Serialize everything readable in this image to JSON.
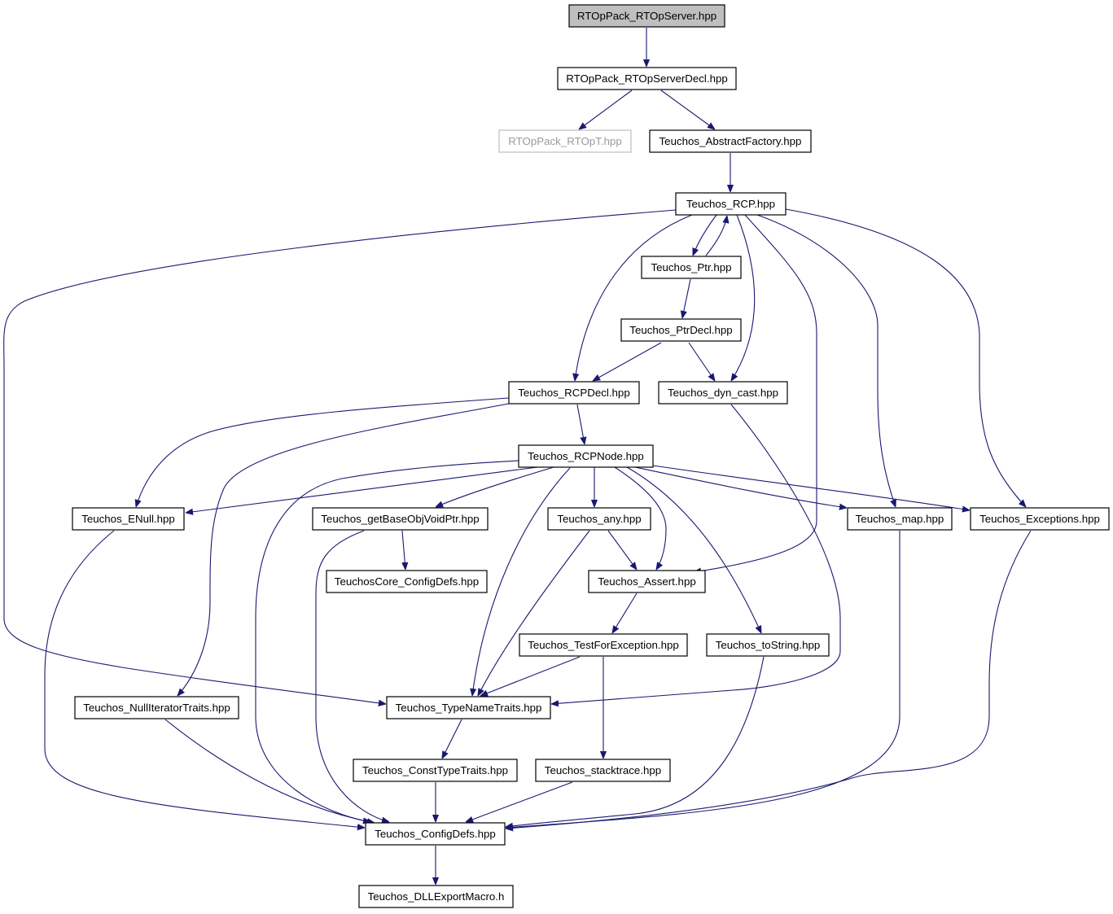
{
  "diagram": {
    "colors": {
      "edge": "#191970",
      "root_fill": "#bfbfbf",
      "node_fill": "#ffffff",
      "faded_stroke": "#bfbfbf",
      "faded_text": "#9a9a9a"
    },
    "nodes": [
      {
        "id": "rtop_server",
        "label": "RTOpPack_RTOpServer.hpp",
        "root": true
      },
      {
        "id": "rtop_server_decl",
        "label": "RTOpPack_RTOpServerDecl.hpp"
      },
      {
        "id": "rtop_t",
        "label": "RTOpPack_RTOpT.hpp",
        "faded": true
      },
      {
        "id": "abstract_factory",
        "label": "Teuchos_AbstractFactory.hpp"
      },
      {
        "id": "rcp",
        "label": "Teuchos_RCP.hpp"
      },
      {
        "id": "ptr",
        "label": "Teuchos_Ptr.hpp"
      },
      {
        "id": "ptr_decl",
        "label": "Teuchos_PtrDecl.hpp"
      },
      {
        "id": "rcp_decl",
        "label": "Teuchos_RCPDecl.hpp"
      },
      {
        "id": "dyn_cast",
        "label": "Teuchos_dyn_cast.hpp"
      },
      {
        "id": "rcp_node",
        "label": "Teuchos_RCPNode.hpp"
      },
      {
        "id": "enull",
        "label": "Teuchos_ENull.hpp"
      },
      {
        "id": "get_base",
        "label": "Teuchos_getBaseObjVoidPtr.hpp"
      },
      {
        "id": "any",
        "label": "Teuchos_any.hpp"
      },
      {
        "id": "map",
        "label": "Teuchos_map.hpp"
      },
      {
        "id": "exceptions",
        "label": "Teuchos_Exceptions.hpp"
      },
      {
        "id": "core_config",
        "label": "TeuchosCore_ConfigDefs.hpp"
      },
      {
        "id": "assert",
        "label": "Teuchos_Assert.hpp"
      },
      {
        "id": "test_for_exc",
        "label": "Teuchos_TestForException.hpp"
      },
      {
        "id": "to_string",
        "label": "Teuchos_toString.hpp"
      },
      {
        "id": "null_iter",
        "label": "Teuchos_NullIteratorTraits.hpp"
      },
      {
        "id": "type_name",
        "label": "Teuchos_TypeNameTraits.hpp"
      },
      {
        "id": "const_type",
        "label": "Teuchos_ConstTypeTraits.hpp"
      },
      {
        "id": "stacktrace",
        "label": "Teuchos_stacktrace.hpp"
      },
      {
        "id": "config_defs",
        "label": "Teuchos_ConfigDefs.hpp"
      },
      {
        "id": "dll_export",
        "label": "Teuchos_DLLExportMacro.h"
      }
    ],
    "edges": [
      [
        "rtop_server",
        "rtop_server_decl"
      ],
      [
        "rtop_server_decl",
        "rtop_t"
      ],
      [
        "rtop_server_decl",
        "abstract_factory"
      ],
      [
        "abstract_factory",
        "rcp"
      ],
      [
        "rcp",
        "ptr"
      ],
      [
        "ptr",
        "rcp"
      ],
      [
        "rcp",
        "rcp_decl"
      ],
      [
        "rcp",
        "dyn_cast"
      ],
      [
        "rcp",
        "assert"
      ],
      [
        "rcp",
        "map"
      ],
      [
        "rcp",
        "exceptions"
      ],
      [
        "rcp",
        "type_name"
      ],
      [
        "ptr",
        "ptr_decl"
      ],
      [
        "ptr_decl",
        "rcp_decl"
      ],
      [
        "ptr_decl",
        "dyn_cast"
      ],
      [
        "rcp_decl",
        "rcp_node"
      ],
      [
        "rcp_decl",
        "enull"
      ],
      [
        "rcp_decl",
        "null_iter"
      ],
      [
        "dyn_cast",
        "type_name"
      ],
      [
        "rcp_node",
        "enull"
      ],
      [
        "rcp_node",
        "get_base"
      ],
      [
        "rcp_node",
        "any"
      ],
      [
        "rcp_node",
        "assert"
      ],
      [
        "rcp_node",
        "map"
      ],
      [
        "rcp_node",
        "exceptions"
      ],
      [
        "rcp_node",
        "to_string"
      ],
      [
        "rcp_node",
        "type_name"
      ],
      [
        "rcp_node",
        "config_defs"
      ],
      [
        "get_base",
        "core_config"
      ],
      [
        "get_base",
        "config_defs"
      ],
      [
        "any",
        "assert"
      ],
      [
        "any",
        "type_name"
      ],
      [
        "assert",
        "test_for_exc"
      ],
      [
        "test_for_exc",
        "type_name"
      ],
      [
        "test_for_exc",
        "stacktrace"
      ],
      [
        "enull",
        "config_defs"
      ],
      [
        "null_iter",
        "config_defs"
      ],
      [
        "type_name",
        "const_type"
      ],
      [
        "const_type",
        "config_defs"
      ],
      [
        "stacktrace",
        "config_defs"
      ],
      [
        "to_string",
        "config_defs"
      ],
      [
        "map",
        "config_defs"
      ],
      [
        "exceptions",
        "config_defs"
      ],
      [
        "config_defs",
        "dll_export"
      ]
    ]
  }
}
